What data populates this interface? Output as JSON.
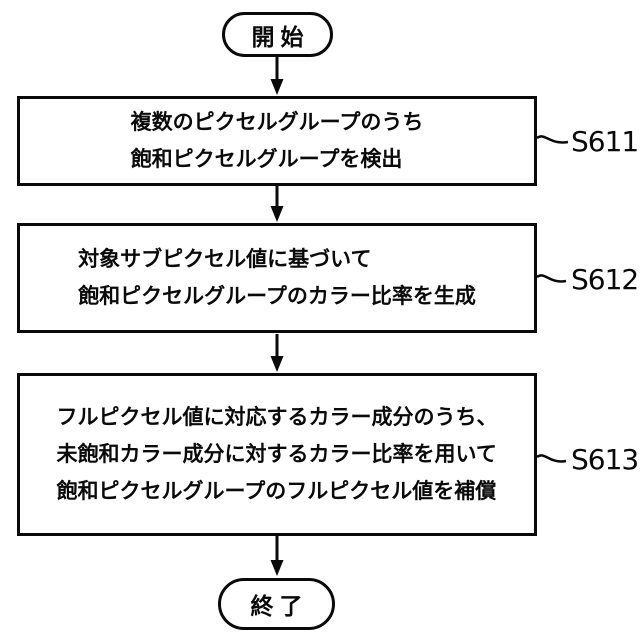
{
  "flowchart": {
    "background_color": "#ffffff",
    "line_color": "#0a0a0a",
    "start_label": "開始",
    "end_label": "終了",
    "steps": [
      {
        "id": "S611",
        "lines": [
          "複数のピクセルグループのうち",
          "飽和ピクセルグループを検出"
        ]
      },
      {
        "id": "S612",
        "lines": [
          "対象サブピクセル値に基づいて",
          "飽和ピクセルグループのカラー比率を生成"
        ]
      },
      {
        "id": "S613",
        "lines": [
          "フルピクセル値に対応するカラー成分のうち、",
          "未飽和カラー成分に対するカラー比率を用いて",
          "飽和ピクセルグループのフルピクセル値を補償"
        ]
      }
    ]
  }
}
